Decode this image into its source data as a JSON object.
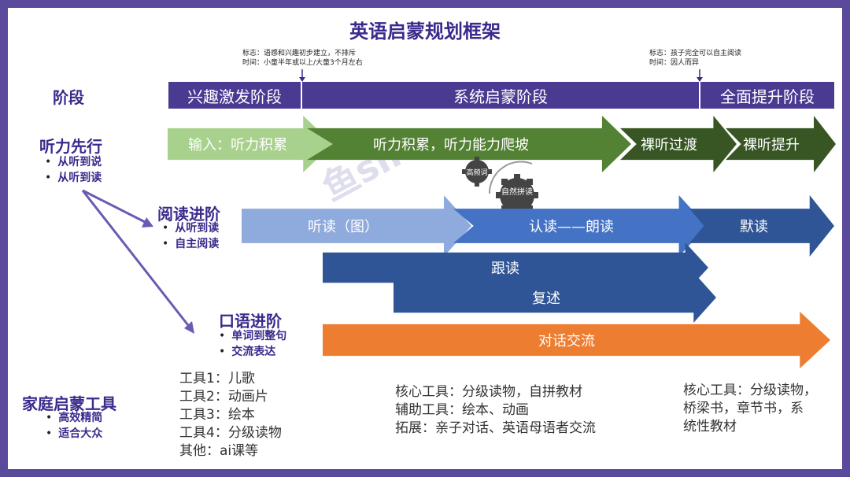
{
  "title": "英语启蒙规划框架",
  "markers": [
    {
      "line1": "标志：语感和兴趣初步建立，不排斥",
      "line2": "时间：小童半年或以上/大童3个月左右"
    },
    {
      "line1": "标志：孩子完全可以自主阅读",
      "line2": "时间：因人而异"
    }
  ],
  "stage_label": "阶段",
  "stages": [
    "兴趣激发阶段",
    "系统启蒙阶段",
    "全面提升阶段"
  ],
  "listening": {
    "heading": "听力先行",
    "bullets": [
      "从听到说",
      "从听到读"
    ],
    "arrows": [
      "输入：听力积累",
      "听力积累，听力能力爬坡",
      "裸听过渡",
      "裸听提升"
    ]
  },
  "reading": {
    "heading": "阅读进阶",
    "bullets": [
      "从听到读",
      "自主阅读"
    ],
    "arrows": [
      "听读（图）",
      "认读——朗读",
      "默读"
    ]
  },
  "gears": [
    "高频词",
    "自然拼读"
  ],
  "speaking": {
    "heading": "口语进阶",
    "bullets": [
      "单词到整句",
      "交流表达"
    ],
    "arrows": [
      "跟读",
      "复述",
      "对话交流"
    ]
  },
  "home_tools": {
    "heading": "家庭启蒙工具",
    "bullets": [
      "高效精简",
      "适合大众"
    ]
  },
  "tools_col1": [
    "工具1：儿歌",
    "工具2：动画片",
    "工具3：绘本",
    "工具4：分级读物",
    "其他：ai课等"
  ],
  "tools_col2": [
    "核心工具：分级读物，自拼教材",
    "辅助工具：绘本、动画",
    "拓展：亲子对话、英语母语者交流"
  ],
  "tools_col3": [
    "核心工具：分级读物，",
    "桥梁书，章节书，系",
    "统性教材"
  ],
  "watermark": "鱼sir",
  "colors": {
    "frame": "#5b4a9c",
    "stage_bar": "#4b3a91",
    "light_green": "#a9d18e",
    "green": "#548235",
    "dark_green": "#375623",
    "light_blue": "#8faadc",
    "blue": "#4472c4",
    "navy": "#2f5597",
    "orange": "#ed7d31"
  }
}
